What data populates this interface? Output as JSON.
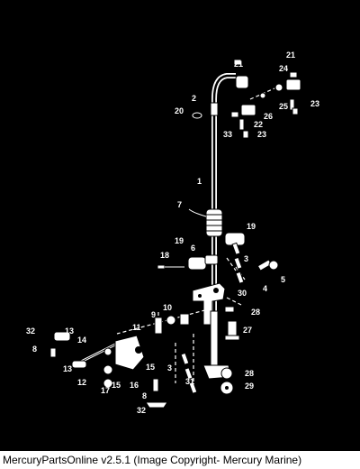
{
  "footer": {
    "text": "MercuryPartsOnline v2.5.1 (Image Copyright- Mercury Marine)"
  },
  "diagram": {
    "labels": [
      {
        "id": "l1",
        "text": "1"
      },
      {
        "id": "l2",
        "text": "2"
      },
      {
        "id": "l3a",
        "text": "3"
      },
      {
        "id": "l3b",
        "text": "3"
      },
      {
        "id": "l4",
        "text": "4"
      },
      {
        "id": "l5",
        "text": "5"
      },
      {
        "id": "l6",
        "text": "6"
      },
      {
        "id": "l7",
        "text": "7"
      },
      {
        "id": "l8a",
        "text": "8"
      },
      {
        "id": "l8b",
        "text": "8"
      },
      {
        "id": "l9",
        "text": "9"
      },
      {
        "id": "l10",
        "text": "10"
      },
      {
        "id": "l11",
        "text": "11"
      },
      {
        "id": "l12",
        "text": "12"
      },
      {
        "id": "l13a",
        "text": "13"
      },
      {
        "id": "l13b",
        "text": "13"
      },
      {
        "id": "l14",
        "text": "14"
      },
      {
        "id": "l15a",
        "text": "15"
      },
      {
        "id": "l15b",
        "text": "15"
      },
      {
        "id": "l16",
        "text": "16"
      },
      {
        "id": "l17",
        "text": "17"
      },
      {
        "id": "l18",
        "text": "18"
      },
      {
        "id": "l19a",
        "text": "19"
      },
      {
        "id": "l19b",
        "text": "19"
      },
      {
        "id": "l20",
        "text": "20"
      },
      {
        "id": "l21a",
        "text": "21"
      },
      {
        "id": "l21b",
        "text": "21"
      },
      {
        "id": "l22",
        "text": "22"
      },
      {
        "id": "l23a",
        "text": "23"
      },
      {
        "id": "l23b",
        "text": "23"
      },
      {
        "id": "l24",
        "text": "24"
      },
      {
        "id": "l25",
        "text": "25"
      },
      {
        "id": "l26",
        "text": "26"
      },
      {
        "id": "l27",
        "text": "27"
      },
      {
        "id": "l28a",
        "text": "28"
      },
      {
        "id": "l28b",
        "text": "28"
      },
      {
        "id": "l29",
        "text": "29"
      },
      {
        "id": "l30",
        "text": "30"
      },
      {
        "id": "l31",
        "text": "31"
      },
      {
        "id": "l32a",
        "text": "32"
      },
      {
        "id": "l32b",
        "text": "32"
      },
      {
        "id": "l33",
        "text": "33"
      }
    ]
  }
}
